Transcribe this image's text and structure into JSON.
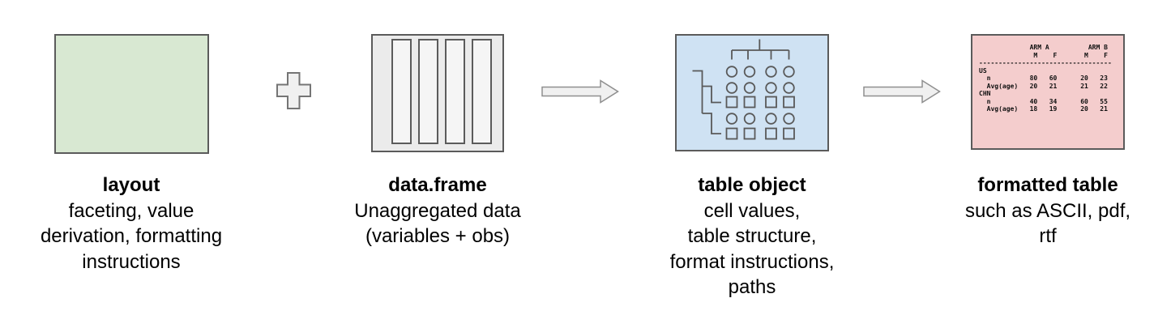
{
  "diagram": {
    "stages": [
      {
        "title": "layout",
        "description_lines": [
          "faceting, value",
          "derivation, formatting",
          "instructions"
        ],
        "box_color": "#d8e8d2"
      },
      {
        "title": "data.frame",
        "description_lines": [
          "Unaggregated data",
          "(variables + obs)"
        ],
        "box_color": "#ebebeb",
        "column_count": 4
      },
      {
        "title": "table object",
        "description_lines": [
          "cell values,",
          "table structure,",
          "format instructions,",
          "paths"
        ],
        "box_color": "#cfe2f3"
      },
      {
        "title": "formatted table",
        "description_lines": [
          "such as ASCII, pdf,",
          "rtf"
        ],
        "box_color": "#f4cdcd"
      }
    ],
    "connectors": [
      "plus",
      "arrow-right",
      "arrow-right"
    ],
    "ascii_table": {
      "column_groups": [
        "ARM A",
        "ARM B"
      ],
      "columns": [
        "M",
        "F",
        "M",
        "F"
      ],
      "rows": [
        {
          "label": "US",
          "values": []
        },
        {
          "label": "n",
          "values": [
            "80",
            "60",
            "20",
            "23"
          ]
        },
        {
          "label": "Avg(age)",
          "values": [
            "20",
            "21",
            "21",
            "22"
          ]
        },
        {
          "label": "CHN",
          "values": []
        },
        {
          "label": "n",
          "values": [
            "40",
            "34",
            "60",
            "55"
          ]
        },
        {
          "label": "Avg(age)",
          "values": [
            "18",
            "19",
            "20",
            "21"
          ]
        }
      ],
      "pre": "             ARM A          ARM B\n              M    F       M    F\n----------------------------------\nUS\n  n          80   60      20   23\n  Avg(age)   20   21      21   22\nCHN\n  n          40   34      60   55\n  Avg(age)   18   19      20   21"
    },
    "colors": {
      "layout_box": "#d8e8d2",
      "dataframe_box": "#ebebeb",
      "dataframe_bar": "#f5f5f5",
      "table_object_box": "#cfe2f3",
      "formatted_table_box": "#f4cdcd",
      "box_border": "#5b5b5b",
      "connector_fill": "#f0f0f0",
      "connector_stroke": "#8f8f8f",
      "icon_stroke": "#595959",
      "text": "#000000",
      "ascii_text": "#111111"
    }
  }
}
